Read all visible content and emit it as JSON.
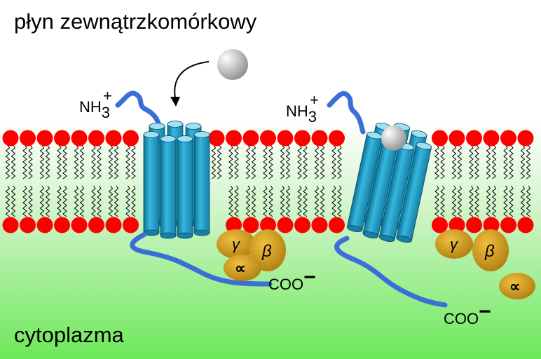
{
  "labels": {
    "extracellular": "płyn zewnątrzkomórkowy",
    "cytoplasm": "cytoplazma"
  },
  "channels": [
    {
      "n_terminus": {
        "base": "NH",
        "sub": "3",
        "sup": "+"
      },
      "c_terminus": {
        "base": "COO",
        "sup": "−"
      },
      "subunits": {
        "gamma": "γ",
        "beta": "β",
        "alpha": "∝"
      },
      "state": "open"
    },
    {
      "n_terminus": {
        "base": "NH",
        "sub": "3",
        "sup": "+"
      },
      "c_terminus": {
        "base": "COO",
        "sup": "−"
      },
      "subunits": {
        "gamma": "γ",
        "beta": "β",
        "alpha": "∝"
      },
      "state": "blocked"
    }
  ],
  "colors": {
    "lipid_head": "#ff0000",
    "protein": "#2aa8cf",
    "chain": "#3a6fd8",
    "subunit": "#d4a020",
    "cytoplasm": "#7ded6a"
  }
}
